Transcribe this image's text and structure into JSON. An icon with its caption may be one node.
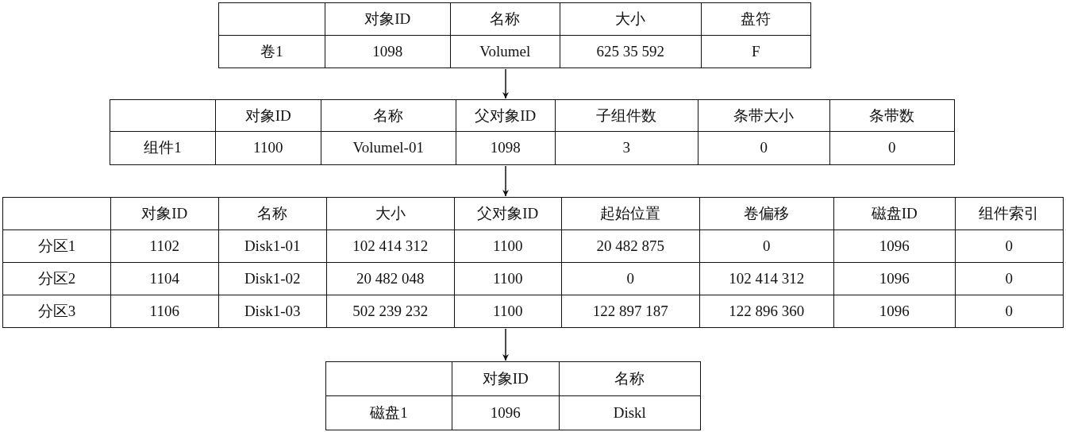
{
  "diagram": {
    "nodes": [
      {
        "text": [
          "对象ID",
          "名称",
          "大小",
          "盘符",
          "卷1",
          "1098",
          "Volumel",
          "625 35 592",
          "F"
        ]
      },
      {
        "text": [
          "对象ID",
          "名称",
          "父对象ID",
          "子组件数",
          "条带大小",
          "条带数",
          "组件1",
          "1100",
          "Volumel-01",
          "1098",
          "3",
          "0",
          "0"
        ]
      },
      {
        "text": [
          "对象ID",
          "名称",
          "大小",
          "父对象ID",
          "起始位置",
          "卷偏移",
          "磁盘ID",
          "组件索引",
          "分区1",
          "1102",
          "Disk1-01",
          "102 414 312",
          "1100",
          "20 482 875",
          "0",
          "1096",
          "0",
          "分区2",
          "1104",
          "Disk1-02",
          "20 482 048",
          "1100",
          "0",
          "102 414 312",
          "1096",
          "0",
          "分区3",
          "1106",
          "Disk1-03",
          "502 239 232",
          "1100",
          "122 897 187",
          "122 896 360",
          "1096",
          "0"
        ]
      },
      {
        "text": [
          "对象ID",
          "名称",
          "磁盘1",
          "1096",
          "Diskl"
        ]
      }
    ],
    "edges": [
      {
        "from": 0,
        "to": 1,
        "arrow": "to"
      },
      {
        "from": 1,
        "to": 2,
        "arrow": "to"
      },
      {
        "from": 2,
        "to": 3,
        "arrow": "to"
      }
    ]
  }
}
